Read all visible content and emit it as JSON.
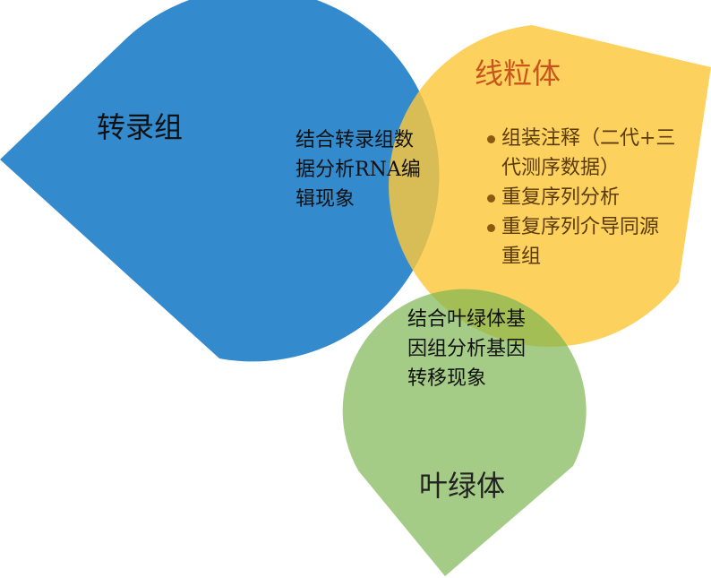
{
  "colors": {
    "transcriptome": "#2f88cb",
    "mitochondria": "#fcc73a",
    "chloroplast": "#7eb753",
    "mito_title": "#c8561c"
  },
  "transcriptome": {
    "title": "转录组"
  },
  "mitochondria": {
    "title": "线粒体",
    "items": [
      {
        "line1": "组装注释（二代+三",
        "line2": "代测序数据）"
      },
      {
        "line1": "重复序列分析",
        "line2": ""
      },
      {
        "line1": "重复序列介导同源",
        "line2": "重组"
      }
    ]
  },
  "chloroplast": {
    "title": "叶绿体"
  },
  "overlap_transcriptome_mito": {
    "lines": [
      "结合转录组数",
      "据分析RNA编",
      "辑现象"
    ]
  },
  "overlap_mito_chloroplast": {
    "lines": [
      "结合叶绿体基",
      "因组分析基因",
      "转移现象"
    ]
  }
}
